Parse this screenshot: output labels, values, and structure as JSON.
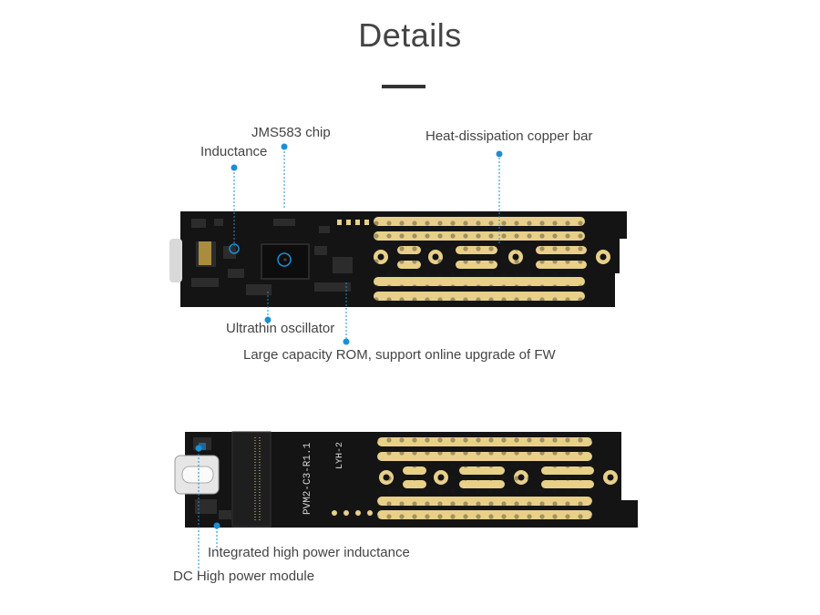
{
  "title": "Details",
  "board_top": {
    "callouts": {
      "jms583_chip": "JMS583 chip",
      "inductance": "Inductance",
      "copper_bar": "Heat-dissipation copper bar",
      "oscillator": "Ultrathin oscillator",
      "rom": "Large capacity ROM, support online upgrade of FW"
    }
  },
  "board_bottom": {
    "silkscreen": {
      "model": "PVM2-C3-R1.1",
      "revision": "LYH-2"
    },
    "callouts": {
      "inductance": "Integrated high power inductance",
      "power_module": "DC High power module"
    }
  },
  "colors": {
    "pcb": "#141414",
    "gold": "#e8d089",
    "dot": "#1a8fd6",
    "line": "#1a8fd6"
  }
}
